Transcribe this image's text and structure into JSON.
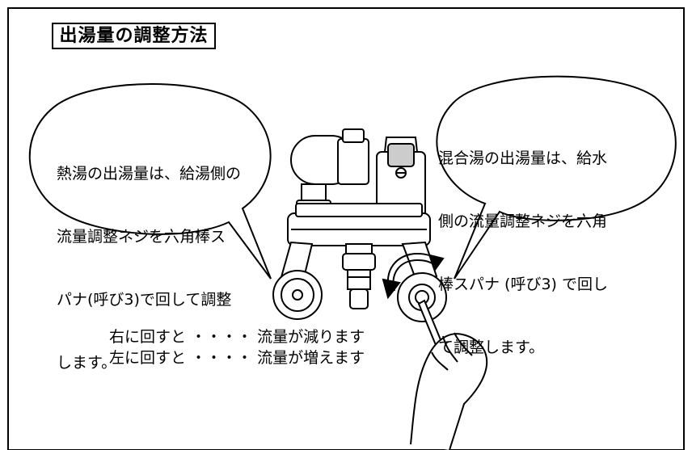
{
  "title": "出湯量の調整方法",
  "left_bubble": {
    "lines": [
      "熱湯の出湯量は、給湯側の",
      "流量調整ネジを六角棒ス",
      "パナ(呼び3)で回して調整",
      "します。"
    ]
  },
  "right_bubble": {
    "lines": [
      "混合湯の出湯量は、給水",
      "側の流量調整ネジを六角",
      "棒スパナ (呼び3) で回し",
      "て調整します。"
    ]
  },
  "legend": {
    "right_turn": "右に回すと ・・・・ 流量が減ります",
    "left_turn": "左に回すと ・・・・ 流量が増えます"
  },
  "icons": [
    "faucet-illustration",
    "rotation-arrow-icon",
    "hand-with-hex-key-icon"
  ]
}
